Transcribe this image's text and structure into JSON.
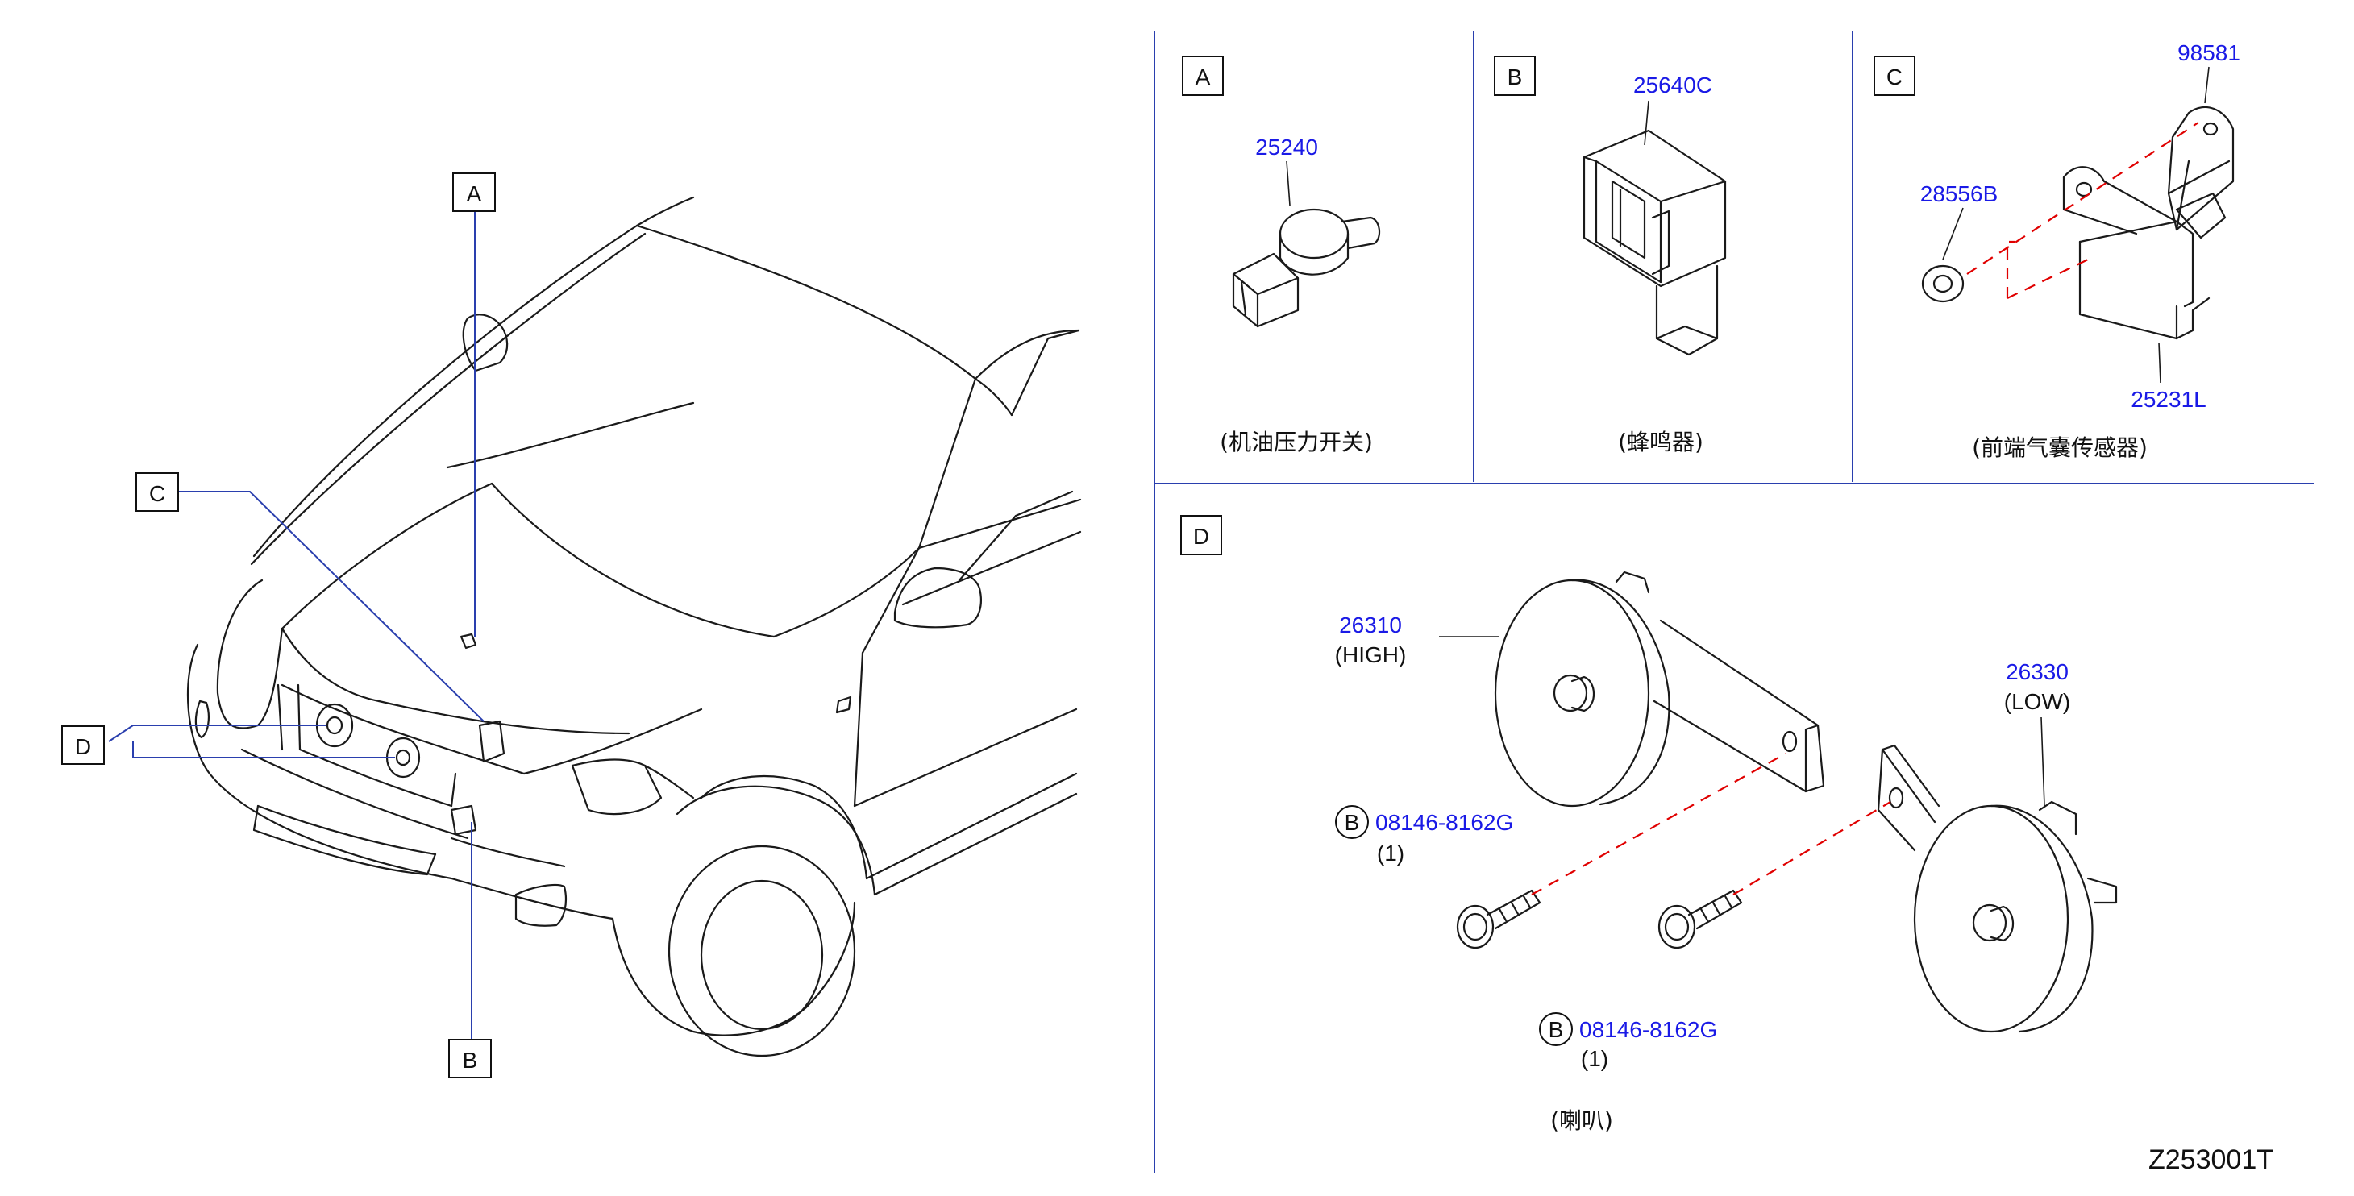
{
  "callouts": {
    "A": "A",
    "B": "B",
    "C": "C",
    "D": "D"
  },
  "panels": {
    "a": {
      "label": "A",
      "part_number": "25240",
      "caption": "(机油压力开关)"
    },
    "b": {
      "label": "B",
      "part_number": "25640C",
      "caption": "(蜂鸣器)"
    },
    "c": {
      "label": "C",
      "part_numbers": [
        "98581",
        "28556B",
        "25231L"
      ],
      "caption": "(前端气囊传感器)"
    },
    "d": {
      "label": "D",
      "horn_high": {
        "part_number": "26310",
        "note": "(HIGH)"
      },
      "horn_low": {
        "part_number": "26330",
        "note": "(LOW)"
      },
      "bolt_1": {
        "circle": "B",
        "part_number": "08146-8162G",
        "qty": "(1)"
      },
      "bolt_2": {
        "circle": "B",
        "part_number": "08146-8162G",
        "qty": "(1)"
      },
      "caption": "(喇叭)"
    }
  },
  "figure_id": "Z253001T",
  "colors": {
    "part_number": "#1a1ae6",
    "leader": "#2a3fae",
    "dashed": "#e00000",
    "line": "#1a1a1a"
  }
}
